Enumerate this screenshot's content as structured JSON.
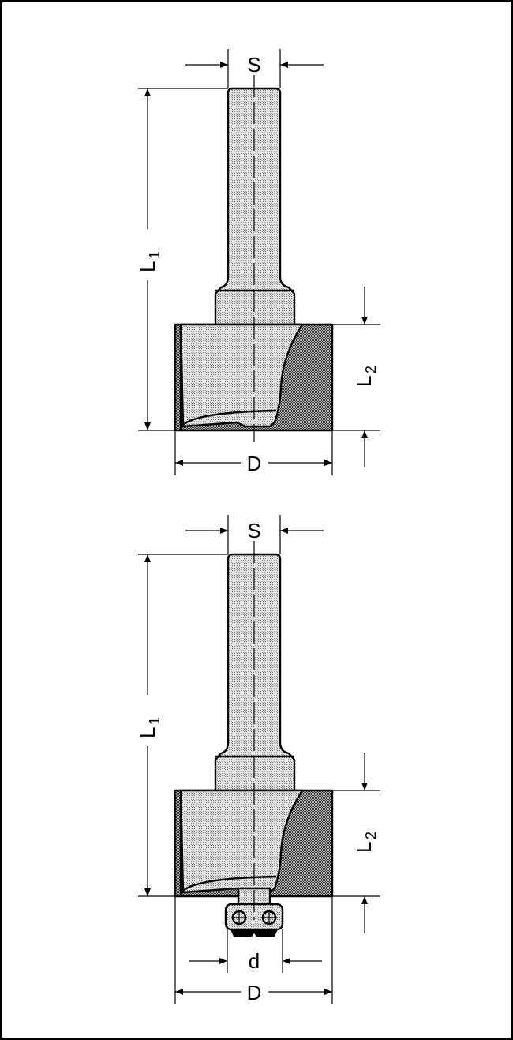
{
  "figures": [
    {
      "name": "cutter-without-bearing",
      "labels": {
        "shank": "S",
        "total_length": "L",
        "total_length_sub": "1",
        "cut_length": "L",
        "cut_length_sub": "2",
        "diameter": "D"
      }
    },
    {
      "name": "cutter-with-bearing",
      "labels": {
        "shank": "S",
        "total_length": "L",
        "total_length_sub": "1",
        "cut_length": "L",
        "cut_length_sub": "2",
        "bearing": "d",
        "diameter": "D"
      }
    }
  ],
  "colors": {
    "light_fill": "#cfcfcf",
    "dark_fill": "#8a8a8a",
    "line": "#000000"
  }
}
